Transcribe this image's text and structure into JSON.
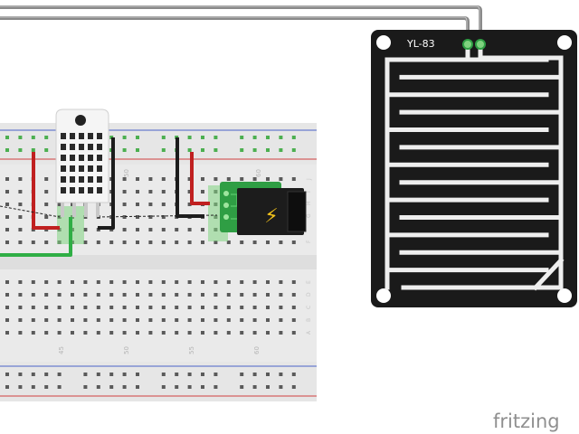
{
  "breadboard": {
    "column_labels_top": [
      "50",
      "60"
    ],
    "column_labels_bottom": [
      "45",
      "50",
      "55",
      "60"
    ],
    "row_letters_top": [
      "J",
      "I",
      "H",
      "G",
      "F"
    ],
    "row_letters_bottom": [
      "E",
      "D",
      "C",
      "B",
      "A"
    ]
  },
  "rain_sensor": {
    "label": "YL-83"
  },
  "power_jack": {
    "symbol": "⚡"
  },
  "brand": {
    "name": "fritzing"
  },
  "colors": {
    "wire_red": "#d22a2a",
    "wire_black": "#1c1c1c",
    "wire_green": "#36b24a",
    "wire_gray": "#9a9a9a",
    "pcb_green": "#2f9e44",
    "board_black": "#1a1a1a"
  }
}
